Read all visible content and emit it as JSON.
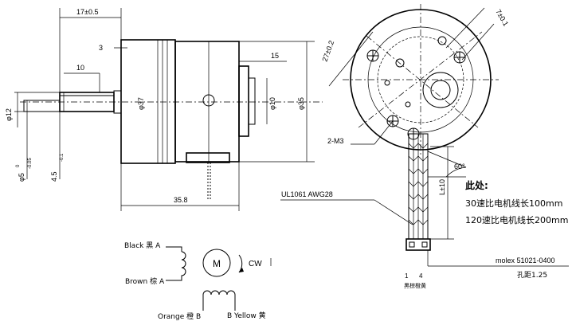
{
  "side_view": {
    "dim_17": "17±0.5",
    "dim_3": "3",
    "dim_10": "10",
    "dim_15": "15",
    "dim_phi37": "φ37",
    "dim_phi10": "φ10",
    "dim_phi35": "φ35",
    "dim_phi12": "φ12",
    "dim_phi5": "φ5",
    "dim_phi5_tol": "-0.05",
    "dim_phi5_tol2": "0",
    "dim_45": "4.5",
    "dim_45_tol": "-0.1",
    "dim_358": "35.8"
  },
  "front_view": {
    "dim_27": "27±0.2",
    "dim_7": "7±0.1",
    "holes_label": "2-M3",
    "angle_label": "60°",
    "lead_len": "L±10",
    "cable_label": "UL1061 AWG28",
    "note_title": "此处:",
    "note_line1": "30速比电机线长100mm",
    "note_line2": "120速比电机线长200mm",
    "connector_label": "molex 51021-0400",
    "pitch_label": "孔距1.25",
    "pin_1": "1",
    "pin_4": "4",
    "wire_colors_cn": "黑棕橙黄"
  },
  "wiring": {
    "black_a": "Black 黑 A",
    "brown_a": "Brown 棕 A",
    "orange_b": "Orange 橙 B",
    "yellow_b": "B Yellow 黄",
    "motor": "M",
    "direction": "CW"
  }
}
